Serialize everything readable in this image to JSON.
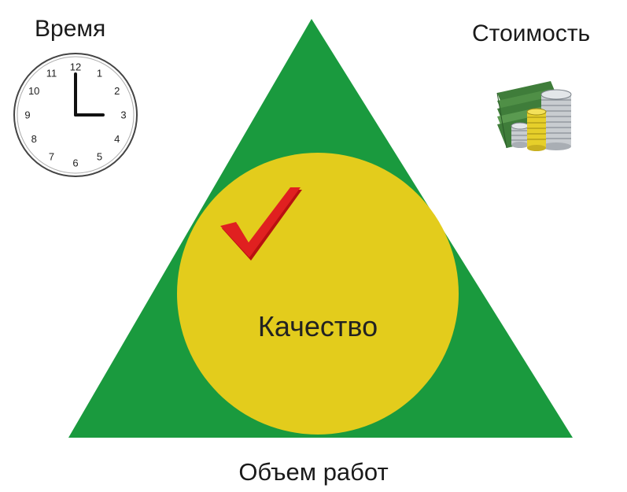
{
  "labels": {
    "time": "Время",
    "cost": "Стоимость",
    "scope": "Объем работ",
    "quality": "Качество"
  },
  "clock": {
    "numbers": [
      "12",
      "1",
      "2",
      "3",
      "4",
      "5",
      "6",
      "7",
      "8",
      "9",
      "10",
      "11"
    ],
    "time_shown": "3:00"
  },
  "icons": {
    "clock": "clock-icon",
    "cost": "money-coins-icon",
    "check": "checkmark-icon"
  },
  "colors": {
    "triangle": "#1a9a3e",
    "circle": "#e3cc1c",
    "check": "#e02020"
  }
}
